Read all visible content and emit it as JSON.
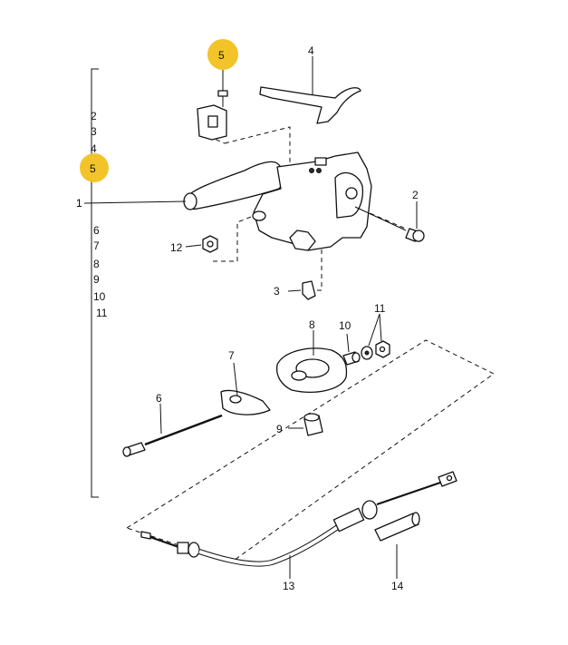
{
  "highlight_color": "#f2c42a",
  "highlight_callout": "5",
  "index_list": [
    "2",
    "3",
    "4",
    "5",
    "1",
    "6",
    "7",
    "8",
    "9",
    "10",
    "11"
  ],
  "callouts": {
    "c1": "1",
    "c2": "2",
    "c3": "3",
    "c4": "4",
    "c5": "5",
    "c6": "6",
    "c7": "7",
    "c8": "8",
    "c9": "9",
    "c10": "10",
    "c11": "11",
    "c12": "12",
    "c13": "13",
    "c14": "14"
  },
  "parts": [
    {
      "id": "1",
      "name": "handbrake-lever"
    },
    {
      "id": "2",
      "name": "pin"
    },
    {
      "id": "3",
      "name": "clip"
    },
    {
      "id": "4",
      "name": "cover"
    },
    {
      "id": "5",
      "name": "switch-bracket"
    },
    {
      "id": "6",
      "name": "adjuster-rod"
    },
    {
      "id": "7",
      "name": "equalizer"
    },
    {
      "id": "8",
      "name": "guide-housing"
    },
    {
      "id": "9",
      "name": "sleeve"
    },
    {
      "id": "10",
      "name": "bushing"
    },
    {
      "id": "11",
      "name": "nut-washer"
    },
    {
      "id": "12",
      "name": "nut"
    },
    {
      "id": "13",
      "name": "brake-cable"
    },
    {
      "id": "14",
      "name": "sleeve-tube"
    }
  ]
}
